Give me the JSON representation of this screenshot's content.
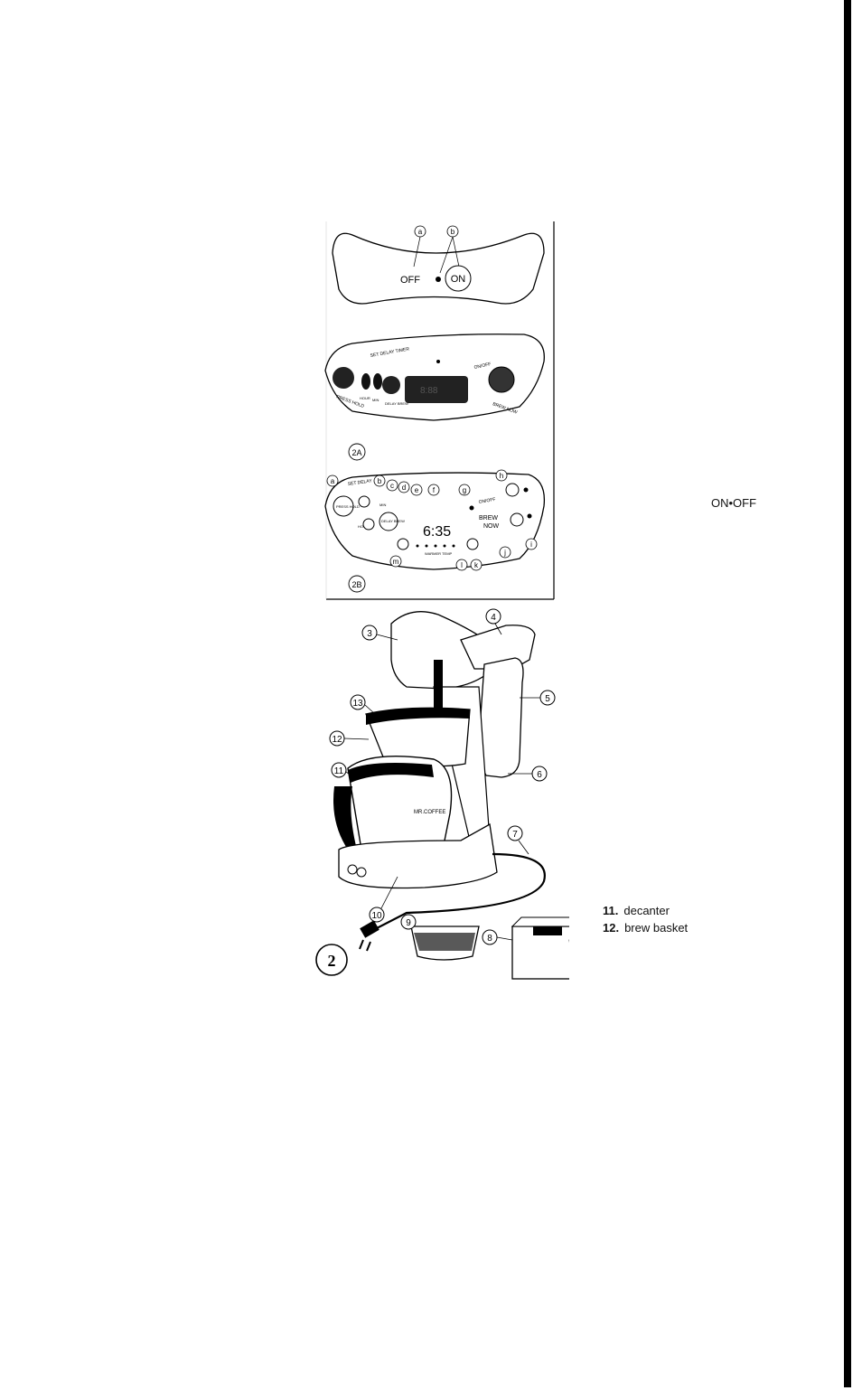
{
  "figure": {
    "number": "2",
    "panel_a_label": "2A",
    "panel_b_label": "2B"
  },
  "panel_top": {
    "off_label": "OFF",
    "on_label": "ON",
    "callouts": [
      "a",
      "b"
    ]
  },
  "panel_2a": {
    "set_delay_timer": "SET DELAY TIMER",
    "press_hold": "PRESS HOLD",
    "hour": "HOUR",
    "min": "MIN",
    "delay_brew": "DELAY BREW",
    "on_off": "ON/OFF",
    "brew_now": "BREW NOW"
  },
  "panel_2b": {
    "set_delay": "SET DELAY",
    "press_hold": "PRESS HOLD",
    "hour": "HOUR",
    "min": "MIN",
    "delay_brew": "DELAY BREW",
    "clock": "6:35",
    "on_off": "ON/OFF",
    "brew_now_1": "BREW",
    "brew_now_2": "NOW",
    "warmer_temp": "WARMER TEMP",
    "callouts": [
      "a",
      "b",
      "c",
      "d",
      "e",
      "f",
      "g",
      "h",
      "i",
      "j",
      "k",
      "l",
      "m"
    ]
  },
  "machine": {
    "callouts": [
      "3",
      "4",
      "5",
      "6",
      "7",
      "8",
      "9",
      "10",
      "11",
      "12",
      "13"
    ],
    "brand": "MR.COFFEE"
  },
  "legend": [
    {
      "num": "11.",
      "text": "decanter"
    },
    {
      "num": "12.",
      "text": "brew basket"
    }
  ],
  "side_text": {
    "on_off": "ON•OFF"
  }
}
